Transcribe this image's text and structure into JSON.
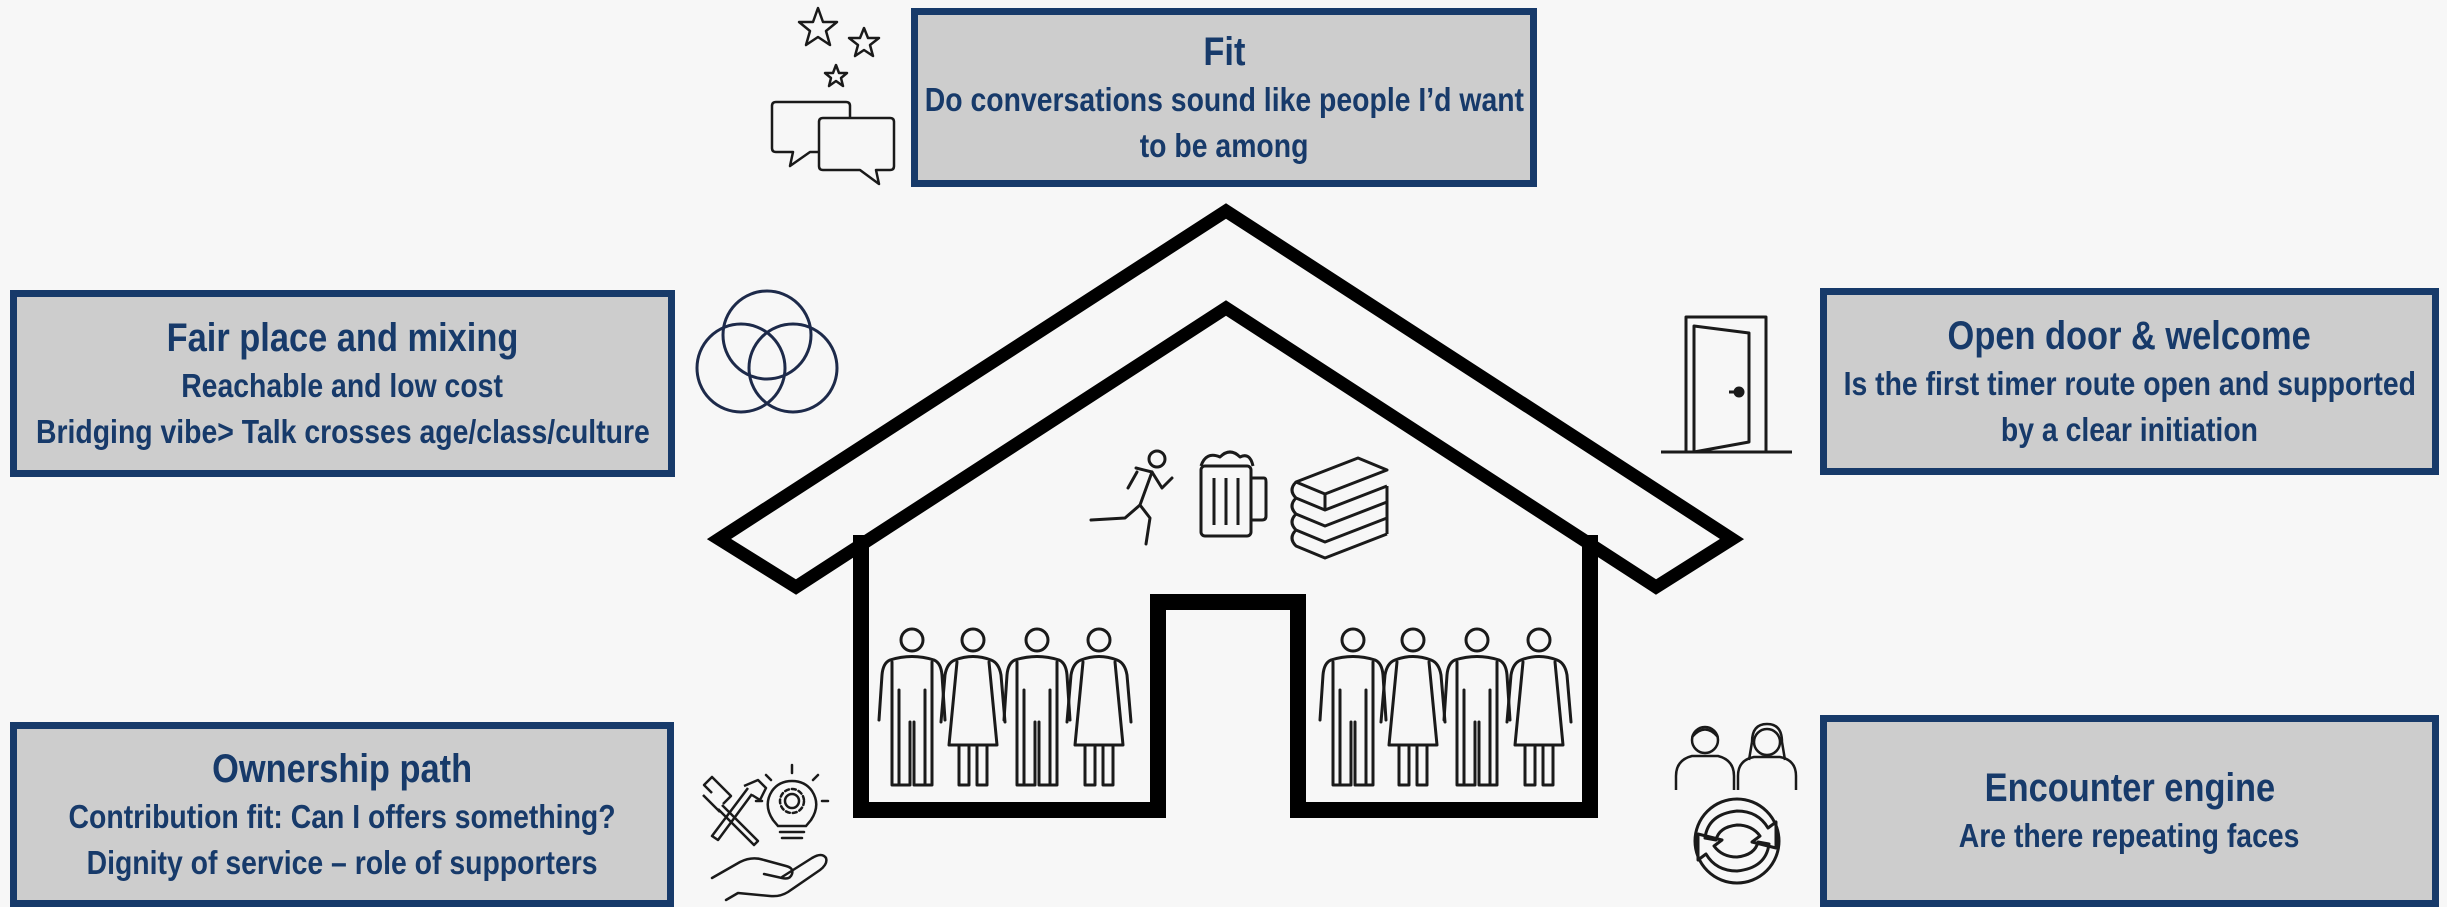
{
  "boxes": {
    "fit": {
      "title": "Fit",
      "lines": [
        "Do conversations sound like people I’d want",
        "to be among"
      ]
    },
    "fair_place": {
      "title": "Fair place and mixing",
      "lines": [
        "Reachable and low cost",
        "Bridging vibe> Talk crosses age/class/culture"
      ]
    },
    "open_door": {
      "title": "Open door & welcome",
      "lines": [
        "Is the first timer route open and supported",
        "by a clear initiation"
      ]
    },
    "ownership": {
      "title": "Ownership path",
      "lines": [
        "Contribution fit: Can I offers something?",
        "Dignity of service – role of supporters"
      ]
    },
    "encounter": {
      "title": "Encounter engine",
      "lines": [
        "Are there repeating faces"
      ]
    }
  },
  "colors": {
    "box_border": "#173a6a",
    "box_fill": "#cdcdcd",
    "text": "#173a6a",
    "icon_stroke": "#1a1a1a",
    "circles_stroke": "#1d2a4a",
    "background": "#f7f7f7"
  },
  "icons": {
    "fit": [
      "stars-icon",
      "speech-bubbles-icon"
    ],
    "fair_place": [
      "venn-circles-icon"
    ],
    "open_door": [
      "open-door-icon"
    ],
    "ownership": [
      "tools-icon",
      "lightbulb-gear-icon",
      "open-hand-icon"
    ],
    "encounter": [
      "people-pair-icon",
      "refresh-cycle-icon"
    ],
    "house_activities": [
      "runner-icon",
      "beer-mug-icon",
      "books-stack-icon"
    ],
    "house_people": [
      "man-figure-icon",
      "woman-figure-icon"
    ]
  }
}
